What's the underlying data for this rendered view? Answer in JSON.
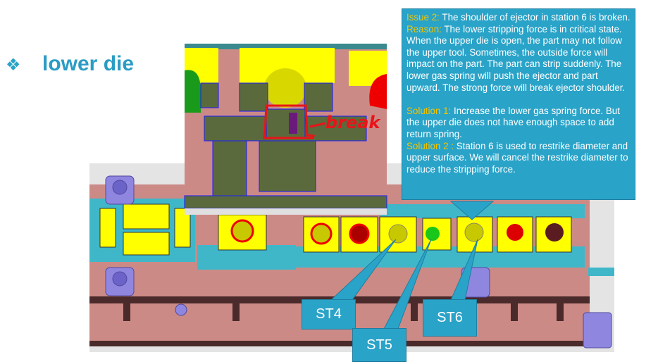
{
  "slide": {
    "bullet_icon": "diamond-bullet-icon",
    "title": "lower die"
  },
  "callout": {
    "issue_label": "Issue 2:",
    "issue_text": " The shoulder of ejector in station 6 is broken.",
    "reason_label": "Reason:",
    "reason_text": " The lower stripping force is in critical state. When the upper die is open, the part may not follow the upper tool. Sometimes, the outside force will impact on the part. The part can strip suddenly. The lower gas spring will push the ejector and part upward. The strong force will break ejector shoulder.",
    "solution1_label": "Solution 1:",
    "solution1_text": " Increase the lower gas spring force. But the upper die does not have enough space to add return spring.",
    "solution2_label": "Solution 2 :",
    "solution2_text": " Station 6 is used to restrike diameter and upper surface. We will cancel the restrike diameter to reduce the stripping force."
  },
  "annotations": {
    "break": "break",
    "st4": "ST4",
    "st5": "ST5",
    "st6": "ST6"
  },
  "colors": {
    "accent": "#2aa3c8",
    "highlight": "#f2c500",
    "die_plate": "#cc8a86",
    "cad_yellow": "#ffff00",
    "cad_cyan": "#3fb7c9",
    "cad_olive": "#5a6a3c",
    "mark_red": "#e8141a"
  }
}
